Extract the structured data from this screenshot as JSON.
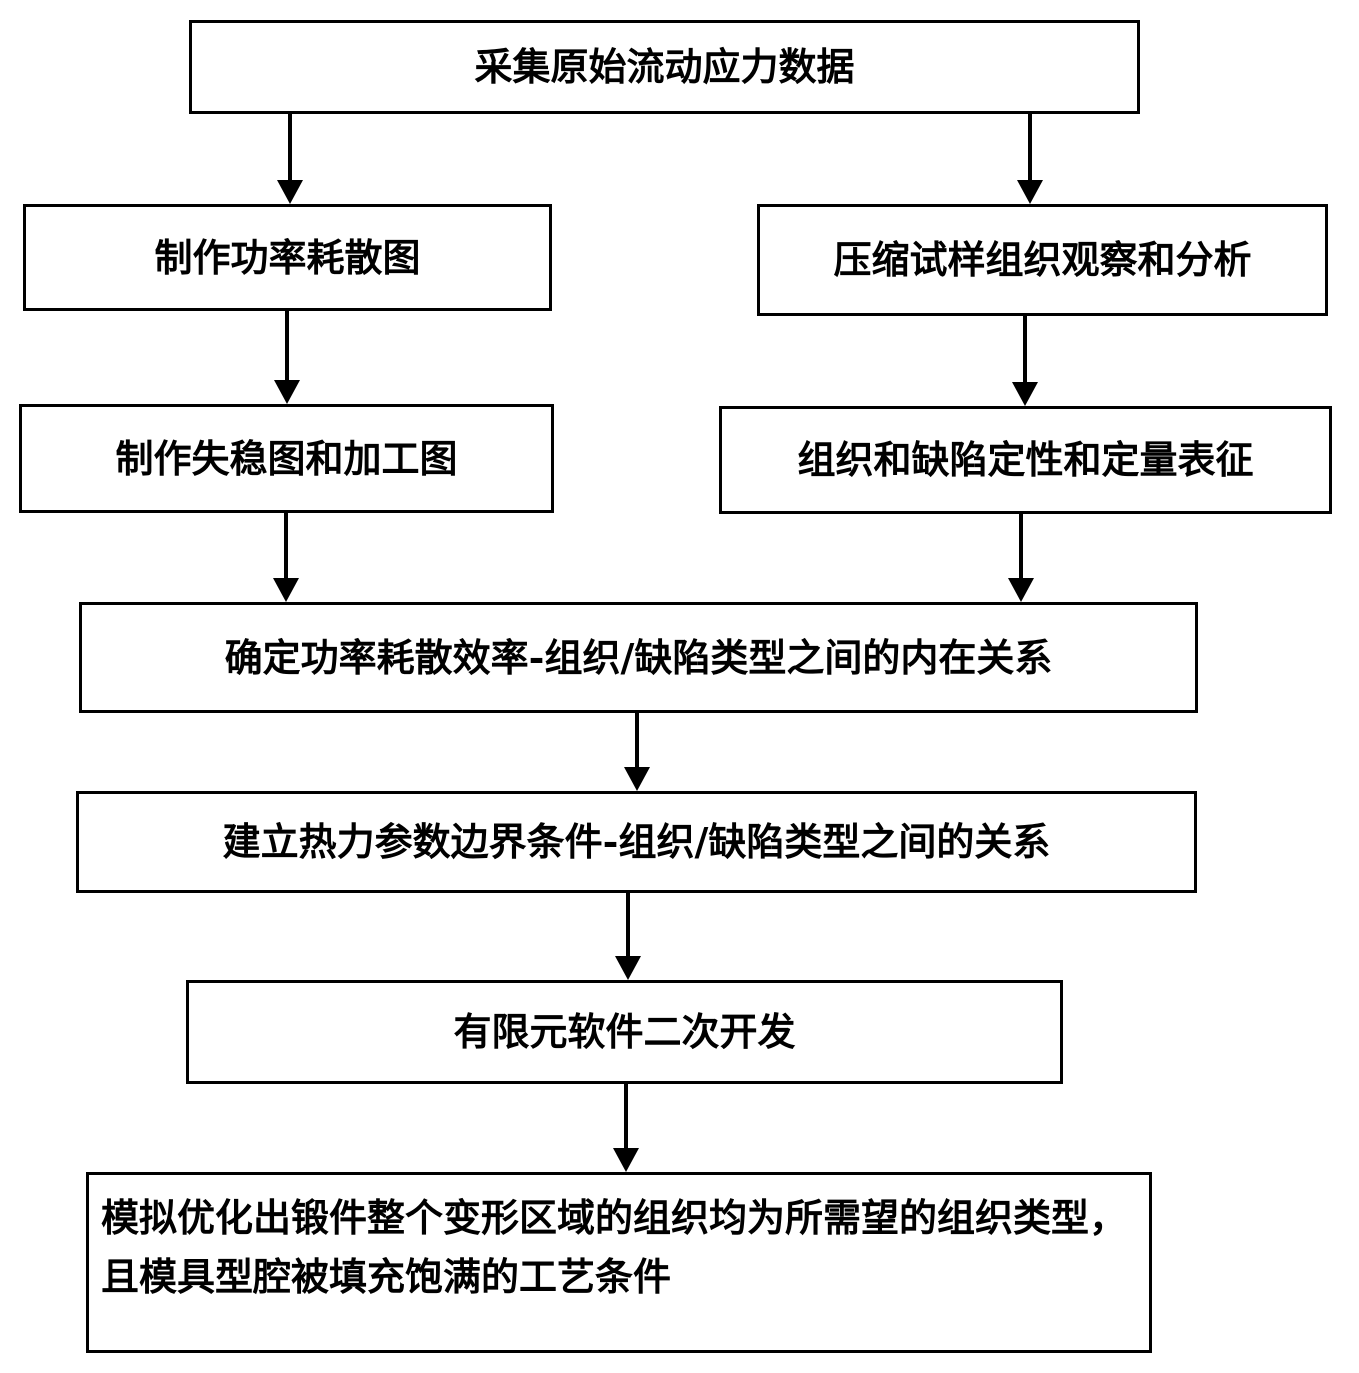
{
  "flowchart": {
    "step_collect": "采集原始流动应力数据",
    "step_power_map": "制作功率耗散图",
    "step_compress_obs": "压缩试样组织观察和分析",
    "step_instability_map": "制作失稳图和加工图",
    "step_characterize": "组织和缺陷定性和定量表征",
    "step_relation_intrinsic": "确定功率耗散效率-组织/缺陷类型之间的内在关系",
    "step_relation_boundary": "建立热力参数边界条件-组织/缺陷类型之间的关系",
    "step_fem_dev": "有限元软件二次开发",
    "step_optimize": "模拟优化出锻件整个变形区域的组织均为所需望的组织类型，且模具型腔被填充饱满的工艺条件"
  }
}
